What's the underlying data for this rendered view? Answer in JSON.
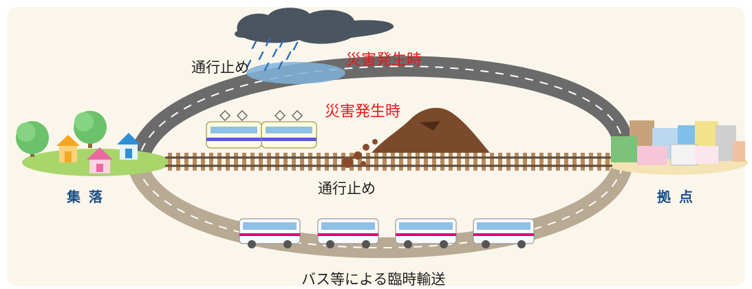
{
  "labels": {
    "road_closed_top": "通行止め",
    "disaster_top": "災害発生時",
    "disaster_middle": "災害発生時",
    "rail_closed": "通行止め",
    "bus_transport": "バス等による臨時輸送",
    "village": "集落",
    "hub": "拠点"
  },
  "colors": {
    "background_panel": "#fbf6ec",
    "road_top": "#6b6b6b",
    "road_bottom": "#b8aa93",
    "rail_ties": "#b58a5e",
    "rail_lines": "#5a4a3a",
    "landslide": "#7a4a2a",
    "cloud": "#4a5560",
    "rain": "#2f6fb5",
    "flood": "#7fb2d8",
    "village_ground": "#a9d66b",
    "hub_ground": "#f4e3b5",
    "train_body": "#fffbe0",
    "train_stripe": "#5a5ad8",
    "bus_stripe": "#e0007a",
    "disaster_text": "#e21a1a",
    "place_text": "#1d4f86"
  }
}
